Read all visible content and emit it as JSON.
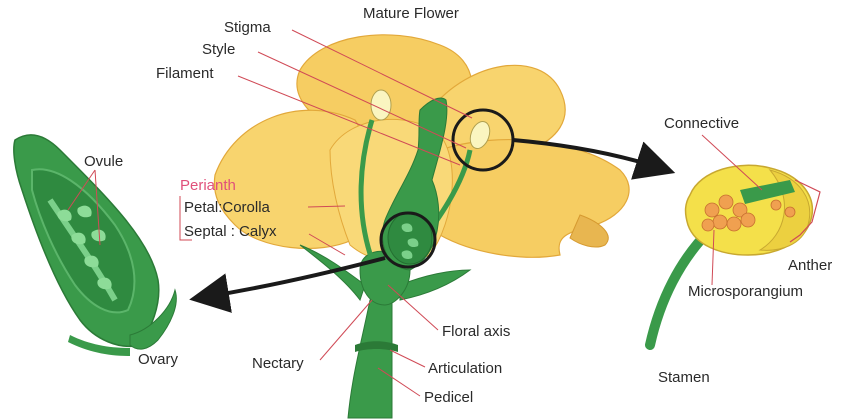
{
  "title": "Mature Flower",
  "labels": {
    "stigma": "Stigma",
    "style": "Style",
    "filament": "Filament",
    "ovule": "Ovule",
    "perianth": "Perianth",
    "petal": "Petal:Corolla",
    "sepal": "Septal : Calyx",
    "ovary": "Ovary",
    "nectary": "Nectary",
    "floral_axis": "Floral axis",
    "articulation": "Articulation",
    "pedicel": "Pedicel",
    "connective": "Connective",
    "anther": "Anther",
    "microsporangium": "Microsporangium",
    "stamen": "Stamen"
  },
  "colors": {
    "petal": "#f6cd62",
    "petal_edge": "#e2a83a",
    "green": "#3a9a4a",
    "green_dark": "#2b7a37",
    "green_light": "#6cc17a",
    "red_line": "#d04a56",
    "perianth": "#e0507a",
    "anther": "#f4e04a",
    "pollen": "#f0a050"
  }
}
